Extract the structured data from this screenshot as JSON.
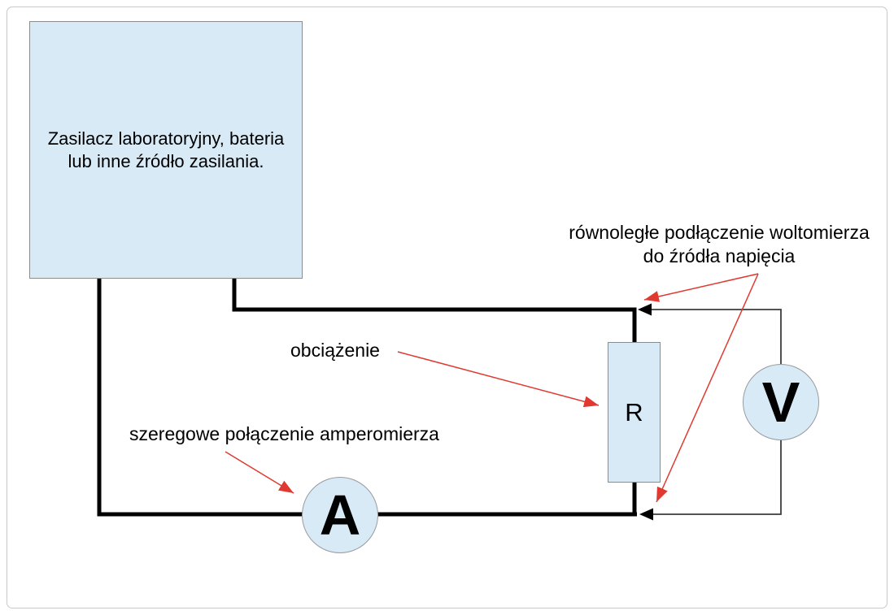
{
  "diagram": {
    "power_source": {
      "label_line1": "Zasilacz laboratoryjny, bateria",
      "label_line2": "lub inne źródło zasilania."
    },
    "resistor": {
      "label": "R"
    },
    "ammeter": {
      "label": "A"
    },
    "voltmeter": {
      "label": "V"
    },
    "annotations": {
      "voltmeter_note_line1": "równoległe podłączenie woltomierza",
      "voltmeter_note_line2": "do źródła napięcia",
      "load_note": "obciążenie",
      "ammeter_note": "szeregowe połączenie amperomierza"
    },
    "colors": {
      "component_fill": "#d9eaf7",
      "component_border": "#8c8c8c",
      "thick_wire": "#000000",
      "thin_wire": "#3c3c3c",
      "annotation_arrow": "#e0392f",
      "page_border": "#c9c9c9"
    }
  }
}
